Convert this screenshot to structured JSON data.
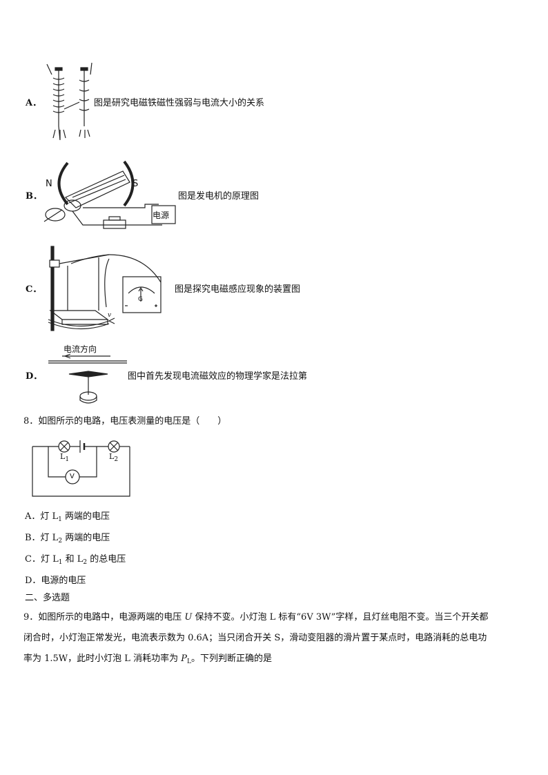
{
  "q7": {
    "a": {
      "letter": "A．",
      "text": "图是研究电磁铁磁性强弱与电流大小的关系"
    },
    "b": {
      "letter": "B．",
      "text": "图是发电机的原理图",
      "label_n": "N",
      "label_s": "S",
      "label_power": "电源"
    },
    "c": {
      "letter": "C．",
      "text": "图是探究电磁感应现象的装置图",
      "label_g": "G",
      "label_v": "v"
    },
    "d": {
      "letter": "D．",
      "text": "图中首先发现电流磁效应的物理学家是法拉第",
      "label_current": "电流方向"
    }
  },
  "q8": {
    "stem": "8．如图所示的电路，电压表测量的电压是（　　）",
    "label_l1": "L",
    "label_l1_sub": "1",
    "label_l2": "L",
    "label_l2_sub": "2",
    "label_v": "V",
    "options": [
      {
        "pre": "A．灯 L",
        "sub": "1",
        "post": " 两端的电压"
      },
      {
        "pre": "B．灯 L",
        "sub": "2",
        "post": " 两端的电压"
      },
      {
        "pre": "C．灯 L",
        "sub": "1",
        "mid": " 和 L",
        "sub2": "2",
        "post": " 的总电压"
      },
      {
        "pre": "D．电源的电压"
      }
    ]
  },
  "section": "二、多选题",
  "q9": {
    "line1_a": "9．如图所示的电路中，电源两端的电压 ",
    "line1_u": "U",
    "line1_b": " 保持不变。小灯泡 L 标有“6V 3W”字样，且灯丝电阻不变。当三个开关都",
    "line2": "闭合时，小灯泡正常发光，电流表示数为 0.6A；当只闭合开关 S，滑动变阻器的滑片置于某点时，电路消耗的总电功",
    "line3_a": "率为 1.5W，此时小灯泡 L 消耗功率为 ",
    "line3_p": "P",
    "line3_sub": "L",
    "line3_b": "。下列判断正确的是"
  }
}
